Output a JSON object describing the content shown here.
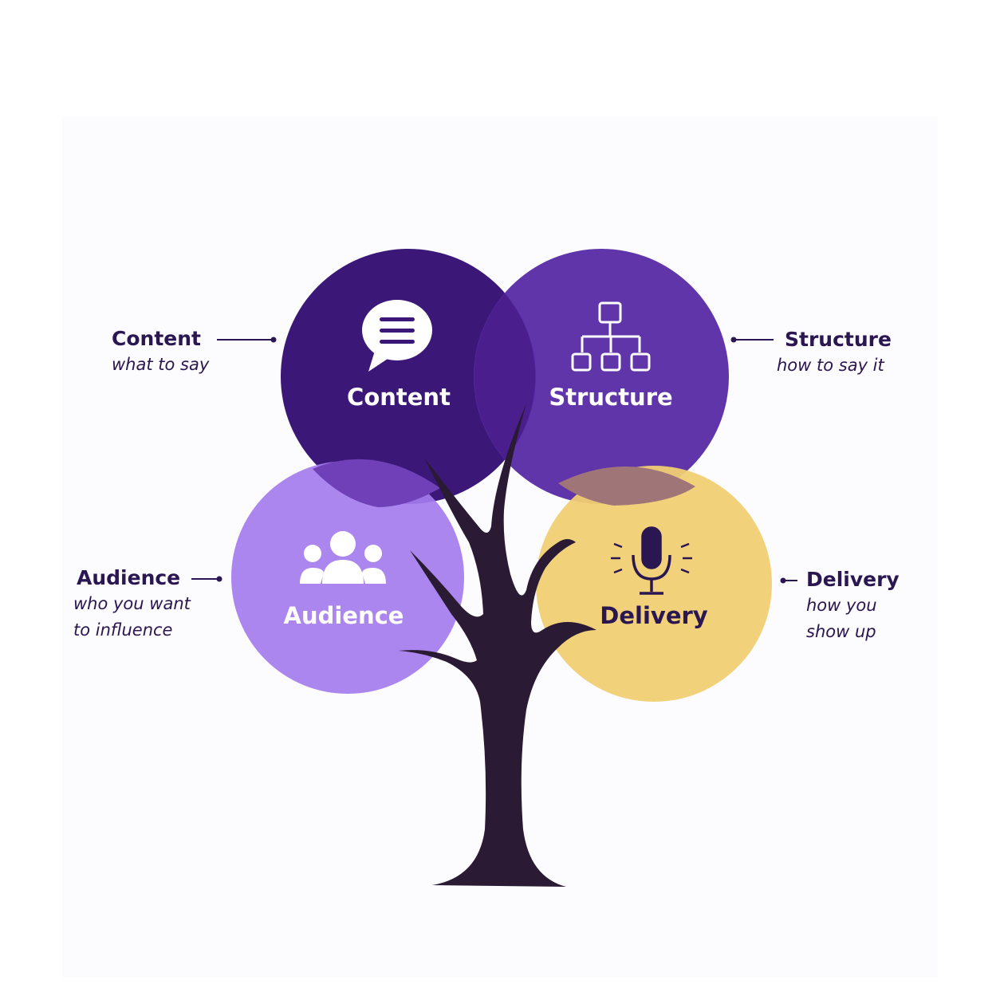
{
  "colors": {
    "content": "#3b1878",
    "structure": "#5b2ea6",
    "audience": "#a57cee",
    "delivery": "#f0cf72",
    "text_dark": "#2a1650",
    "tree": "#2a1a33"
  },
  "circles": {
    "content": {
      "label": "Content",
      "icon": "speech-bubble-icon"
    },
    "structure": {
      "label": "Structure",
      "icon": "org-chart-icon"
    },
    "audience": {
      "label": "Audience",
      "icon": "people-group-icon"
    },
    "delivery": {
      "label": "Delivery",
      "icon": "microphone-icon"
    }
  },
  "callouts": {
    "content": {
      "title": "Content",
      "subtitle": "what to say"
    },
    "structure": {
      "title": "Structure",
      "subtitle": "how to say it"
    },
    "audience": {
      "title": "Audience",
      "subtitle": "who you want\nto influence"
    },
    "delivery": {
      "title": "Delivery",
      "subtitle": "how you\nshow up"
    }
  }
}
